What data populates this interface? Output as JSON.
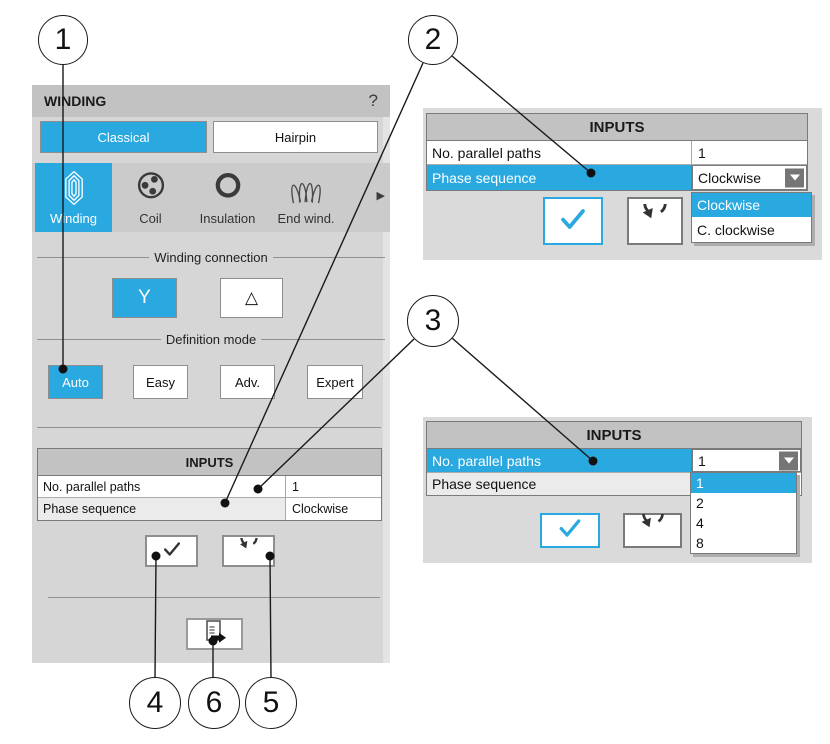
{
  "colors": {
    "accent": "#29A9E0"
  },
  "annotations": {
    "n1": "1",
    "n2": "2",
    "n3": "3",
    "n4": "4",
    "n5": "5",
    "n6": "6"
  },
  "winding_panel": {
    "title": "WINDING",
    "help": "?",
    "tech_tabs": {
      "classical": "Classical",
      "hairpin": "Hairpin"
    },
    "nav": {
      "winding": "Winding",
      "coil": "Coil",
      "insulation": "Insulation",
      "end_winding": "End wind.",
      "more": "▶"
    },
    "winding_connection": {
      "title": "Winding connection",
      "star": "Y",
      "delta": "△"
    },
    "definition_mode": {
      "title": "Definition mode",
      "auto": "Auto",
      "easy": "Easy",
      "adv": "Adv.",
      "expert": "Expert"
    },
    "inputs": {
      "title": "INPUTS",
      "row1_label": "No. parallel paths",
      "row1_value": "1",
      "row2_label": "Phase sequence",
      "row2_value": "Clockwise"
    }
  },
  "phase_sequence_panel": {
    "inputs": {
      "title": "INPUTS",
      "row1_label": "No. parallel paths",
      "row1_value": "1",
      "row2_label": "Phase sequence",
      "row2_value": "Clockwise"
    },
    "dropdown": {
      "option1": "Clockwise",
      "option2": "C. clockwise"
    }
  },
  "parallel_paths_panel": {
    "inputs": {
      "title": "INPUTS",
      "row1_label": "No. parallel paths",
      "row1_value": "1",
      "row2_label": "Phase sequence"
    },
    "dropdown": {
      "option1": "1",
      "option2": "2",
      "option3": "4",
      "option4": "8"
    }
  }
}
